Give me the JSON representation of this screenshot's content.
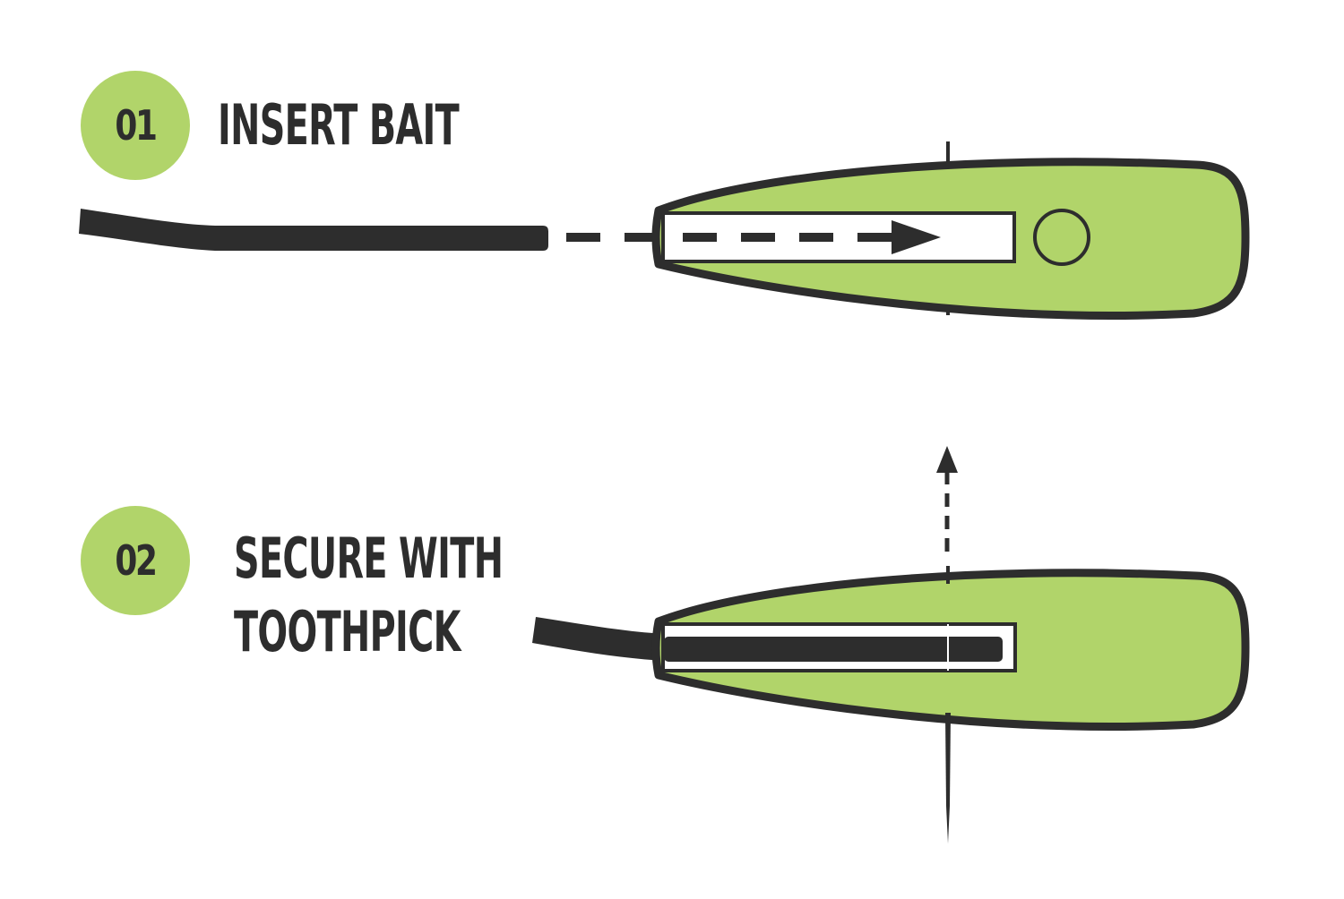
{
  "colors": {
    "green": "#b1d46a",
    "dark": "#2d2d2d",
    "white": "#ffffff"
  },
  "steps": [
    {
      "number": "01",
      "title": "INSERT BAIT"
    },
    {
      "number": "02",
      "title_lines": [
        "SECURE WITH",
        "TOOTHPICK"
      ]
    }
  ]
}
